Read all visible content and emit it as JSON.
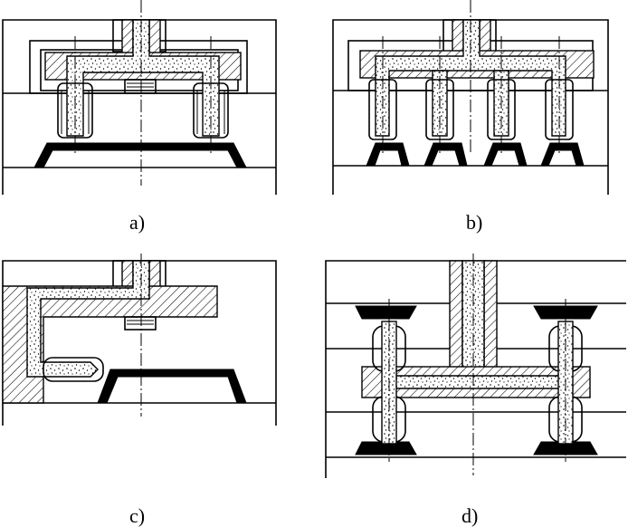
{
  "figure": {
    "panels": [
      {
        "id": "a",
        "caption": "a)"
      },
      {
        "id": "b",
        "caption": "b)"
      },
      {
        "id": "c",
        "caption": "c)"
      },
      {
        "id": "d",
        "caption": "d)"
      }
    ]
  }
}
